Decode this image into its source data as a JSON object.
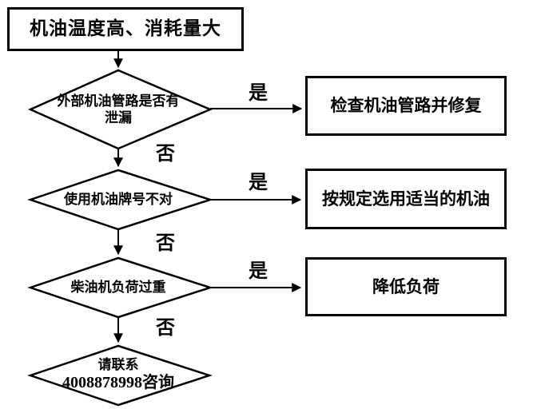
{
  "flowchart": {
    "start": {
      "label": "机油温度高、消耗量大"
    },
    "decisions": [
      {
        "question_line1": "外部机油管路是否有",
        "question_line2": "泄漏",
        "yes_label": "是",
        "no_label": "否",
        "action": "检查机油管路并修复"
      },
      {
        "question": "使用机油牌号不对",
        "yes_label": "是",
        "no_label": "否",
        "action": "按规定选用适当的机油"
      },
      {
        "question": "柴油机负荷过重",
        "yes_label": "是",
        "no_label": "否",
        "action": "降低负荷"
      }
    ],
    "end": {
      "label_line1": "请联系",
      "label_line2": "4008878998咨询"
    }
  },
  "colors": {
    "stroke": "#000000",
    "background": "#ffffff",
    "text": "#000000"
  }
}
